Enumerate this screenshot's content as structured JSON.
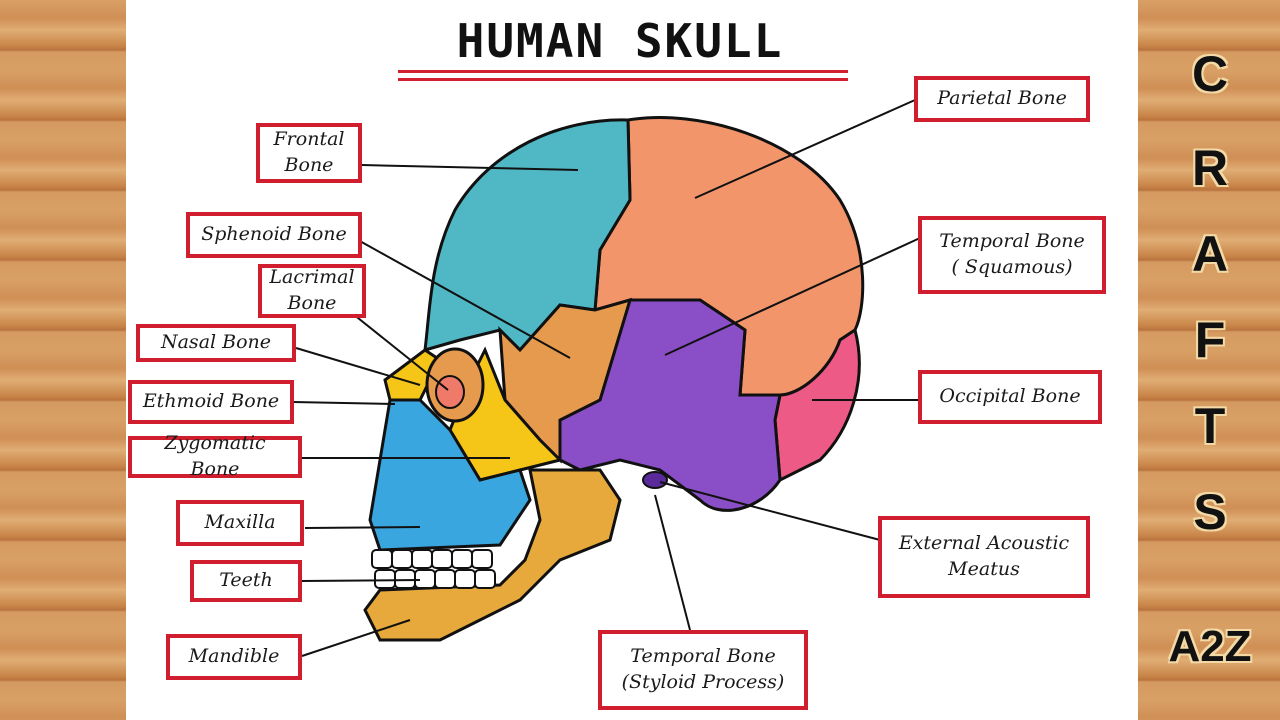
{
  "title": "HUMAN   SKULL",
  "labels": {
    "frontal": "Frontal\nBone",
    "sphenoid": "Sphenoid Bone",
    "lacrimal": "Lacrimal\nBone",
    "nasal": "Nasal Bone",
    "ethmoid": "Ethmoid Bone",
    "zygomatic": "Zygomatic Bone",
    "maxilla": "Maxilla",
    "teeth": "Teeth",
    "mandible": "Mandible",
    "parietal": "Parietal Bone",
    "temporal_squamous": "Temporal Bone\n( Squamous)",
    "occipital": "Occipital Bone",
    "external_acoustic": "External Acoustic\nMeatus",
    "temporal_styloid": "Temporal Bone\n(Styloid Process)"
  },
  "brand": {
    "letters": [
      "C",
      "R",
      "A",
      "F",
      "T",
      "S"
    ],
    "sub": "A2Z"
  },
  "colors": {
    "label_border": "#d01e2e",
    "frontal": "#4fb8c4",
    "parietal": "#f2956a",
    "temporal": "#8a4fc6",
    "occipital": "#ee5a86",
    "sphenoid": "#e69a4e",
    "zygomatic": "#f5c518",
    "maxilla": "#3aa6e0",
    "mandible": "#e8a93c"
  }
}
